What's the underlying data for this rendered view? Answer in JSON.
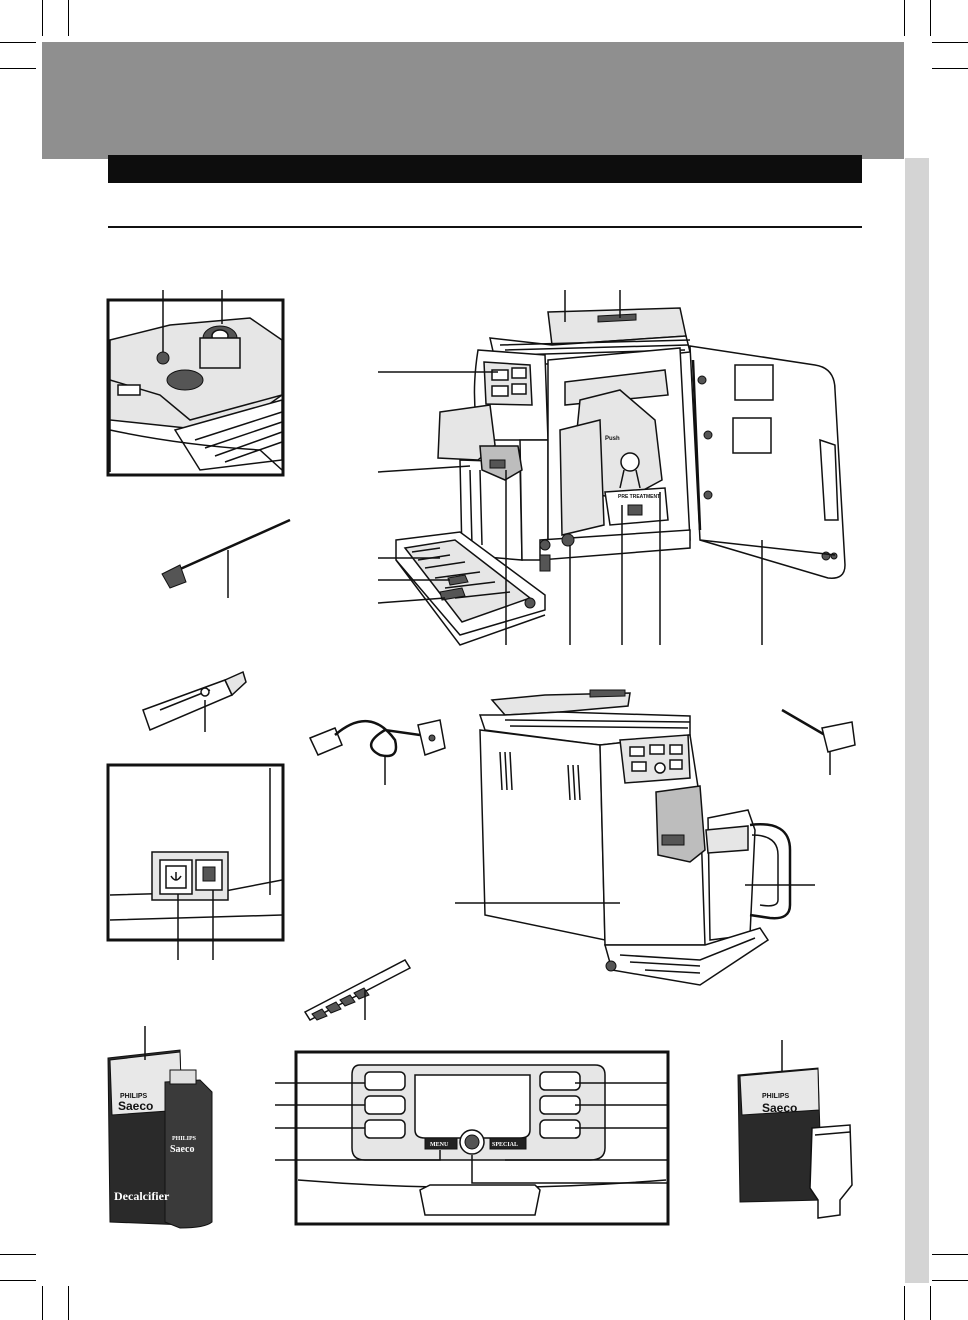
{
  "labels": {
    "menu": "MENU",
    "special": "SPECIAL",
    "philips": "PHILIPS",
    "saeco": "Saeco",
    "decalcifier": "Decalcifier",
    "pre_treatment": "PRE TREATMENT"
  },
  "colors": {
    "header_band": "#8f8f8f",
    "title_bar": "#0d0d0d",
    "side_tab": "#d4d4d4",
    "product_box": "#2a2a2a"
  }
}
